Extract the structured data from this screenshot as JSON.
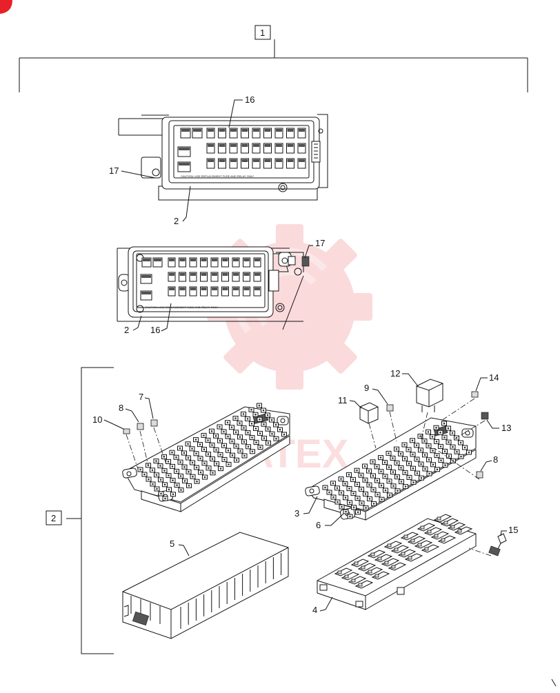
{
  "callouts": {
    "c1": "1",
    "c2_box": "2",
    "c16a": "16",
    "c17a": "17",
    "c2a": "2",
    "c17b": "17",
    "c2b": "2",
    "c16b": "16",
    "c12": "12",
    "c14": "14",
    "c9": "9",
    "c11": "11",
    "c7": "7",
    "c8a": "8",
    "c10": "10",
    "c13": "13",
    "c8b": "8",
    "c3": "3",
    "c6": "6",
    "c5": "5",
    "c15": "15",
    "c4": "4"
  },
  "labels": {
    "panel_text_a": "CAUTION: USE REPLACEMENT FUSE AND RELAY ONLY",
    "panel_text_b": "CAUTION: USE REPLACEMENT FUSE AND RELAY ONLY"
  },
  "watermark": {
    "text": "ATEX",
    "color": "#e8202a"
  },
  "colors": {
    "line": "#111111",
    "accent": "#e8202a"
  }
}
